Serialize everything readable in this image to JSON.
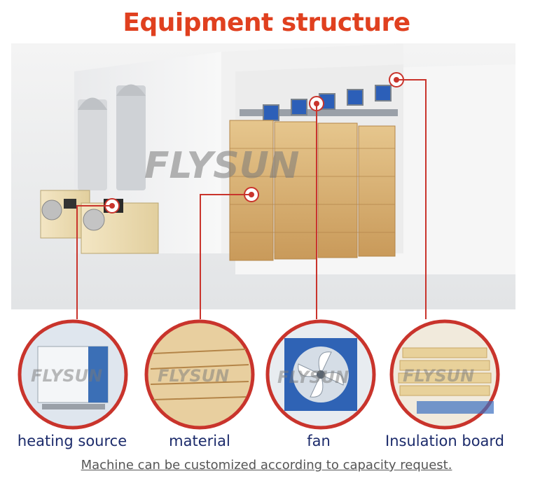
{
  "header": {
    "title": "Equipment structure"
  },
  "watermark": {
    "text": "FLYSUN"
  },
  "components": [
    {
      "label": "heating source"
    },
    {
      "label": "material"
    },
    {
      "label": "fan"
    },
    {
      "label": "Insulation board"
    }
  ],
  "footer": {
    "note": "Machine can be customized according to capacity request."
  },
  "colors": {
    "title": "#e0401f",
    "accent": "#c9342c",
    "label": "#1c2b6b"
  }
}
